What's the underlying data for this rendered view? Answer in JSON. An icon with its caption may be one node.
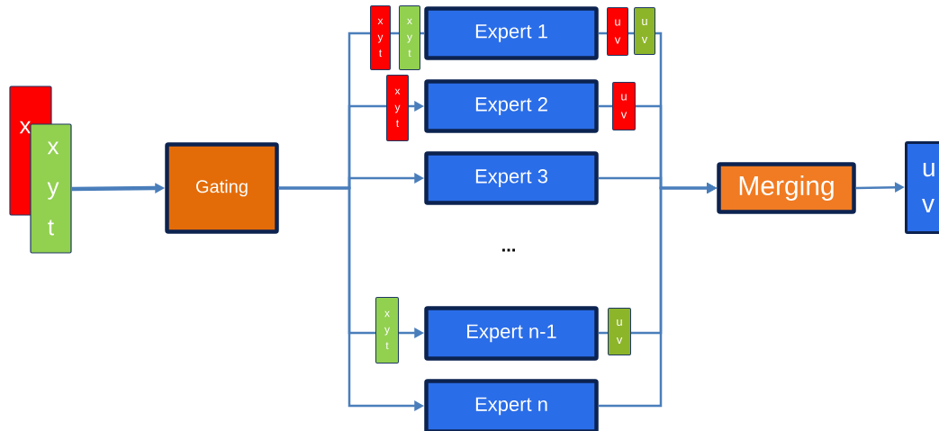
{
  "diagram": {
    "nodes": [
      {
        "text": [
          "x"
        ]
      },
      {
        "text": [
          "x y t"
        ]
      },
      {
        "text": [
          "Gating"
        ]
      },
      {
        "text": [
          "x y t"
        ]
      },
      {
        "text": [
          "x y t"
        ]
      },
      {
        "text": [
          "Expert 1"
        ]
      },
      {
        "text": [
          "u v"
        ]
      },
      {
        "text": [
          "u v"
        ]
      },
      {
        "text": [
          "x y t"
        ]
      },
      {
        "text": [
          "Expert 2"
        ]
      },
      {
        "text": [
          "u v"
        ]
      },
      {
        "text": [
          "Expert 3"
        ]
      },
      {
        "text": [
          "x y t"
        ]
      },
      {
        "text": [
          "Expert n-1"
        ]
      },
      {
        "text": [
          "u v"
        ]
      },
      {
        "text": [
          "Expert n"
        ]
      },
      {
        "text": [
          "Merging"
        ]
      },
      {
        "text": [
          "u v"
        ]
      }
    ],
    "edges": [
      {
        "from": 1,
        "to": 2,
        "arrow": "to",
        "style": "thick"
      },
      {
        "from": 2,
        "to": 3,
        "arrow": "none"
      },
      {
        "from": 3,
        "to": 4,
        "arrow": "none"
      },
      {
        "from": 4,
        "to": 5,
        "arrow": "none"
      },
      {
        "from": 2,
        "to": 8,
        "arrow": "none"
      },
      {
        "from": 8,
        "to": 9,
        "arrow": "to"
      },
      {
        "from": 2,
        "to": 11,
        "arrow": "to"
      },
      {
        "from": 2,
        "to": 12,
        "arrow": "none"
      },
      {
        "from": 12,
        "to": 13,
        "arrow": "to"
      },
      {
        "from": 2,
        "to": 15,
        "arrow": "to"
      },
      {
        "from": 5,
        "to": 6,
        "arrow": "none"
      },
      {
        "from": 6,
        "to": 7,
        "arrow": "none"
      },
      {
        "from": 7,
        "to": 16,
        "arrow": "to"
      },
      {
        "from": 9,
        "to": 10,
        "arrow": "none"
      },
      {
        "from": 10,
        "to": 16,
        "arrow": "to"
      },
      {
        "from": 11,
        "to": 16,
        "arrow": "to"
      },
      {
        "from": 13,
        "to": 14,
        "arrow": "none"
      },
      {
        "from": 14,
        "to": 16,
        "arrow": "to"
      },
      {
        "from": 15,
        "to": 16,
        "arrow": "to"
      },
      {
        "from": 16,
        "to": 17,
        "arrow": "to"
      }
    ],
    "labels": [
      "..."
    ]
  }
}
